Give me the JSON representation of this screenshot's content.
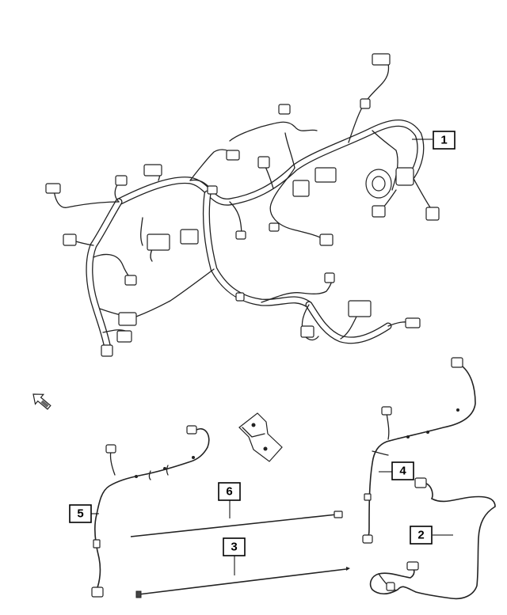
{
  "callouts": [
    {
      "id": "callout-1",
      "label": "1"
    },
    {
      "id": "callout-2",
      "label": "2"
    },
    {
      "id": "callout-3",
      "label": "3"
    },
    {
      "id": "callout-4",
      "label": "4"
    },
    {
      "id": "callout-5",
      "label": "5"
    },
    {
      "id": "callout-6",
      "label": "6"
    }
  ],
  "colors": {
    "line": "#222222",
    "background": "#ffffff"
  },
  "icons": {
    "front_arrow": "front-direction-arrow-icon",
    "bracket": "mounting-bracket-icon"
  }
}
